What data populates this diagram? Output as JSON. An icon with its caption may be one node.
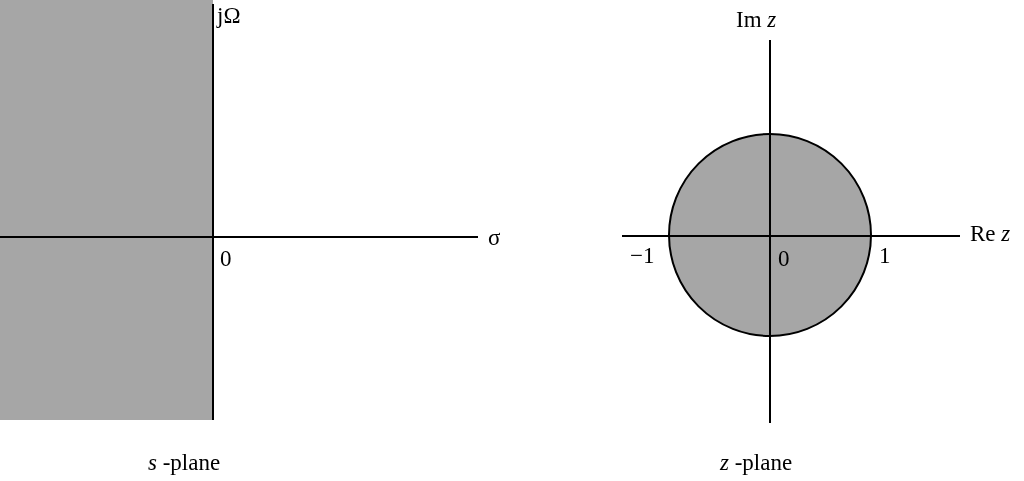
{
  "diagram": {
    "labels": [
      "jΩ",
      "σ",
      "0",
      "*s* -plane",
      "Im *z*",
      "Re *z*",
      "−1",
      "0",
      "1",
      "*z* -plane"
    ]
  }
}
